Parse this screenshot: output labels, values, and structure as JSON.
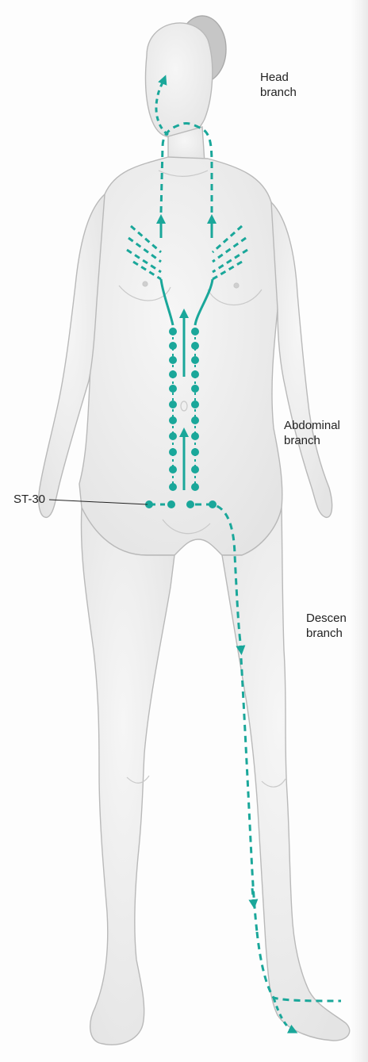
{
  "labels": {
    "head_branch": [
      "Head",
      "branch"
    ],
    "abdominal_branch": [
      "Abdominal",
      "branch"
    ],
    "point": "ST-30",
    "descending_branch": [
      "Descen",
      "branch"
    ]
  },
  "colors": {
    "channel": "#1aa79a",
    "body_fill": "#efefef",
    "body_outline": "#b9b9b9",
    "hair": "#bdbdbd"
  }
}
